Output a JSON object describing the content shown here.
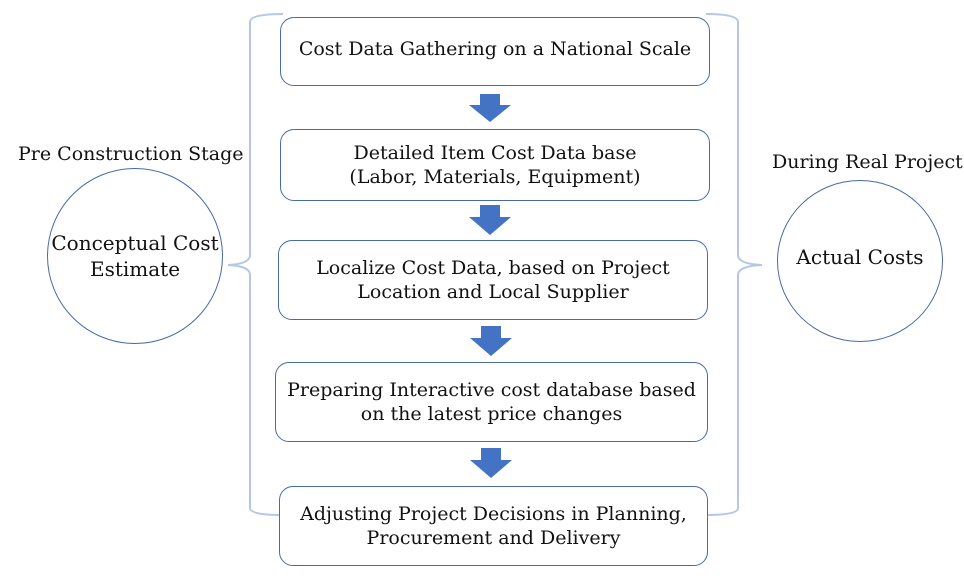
{
  "diagram": {
    "colors": {
      "box_border": "#4a6aa5",
      "arrow_fill": "#4472c4",
      "brace_stroke": "#b4c7e7",
      "circle_border": "#4a6aa5",
      "text": "#111111"
    },
    "steps": [
      {
        "label": "Cost Data Gathering on a National Scale"
      },
      {
        "label": "Detailed Item Cost Data base\n(Labor, Materials, Equipment)"
      },
      {
        "label": "Localize Cost Data, based on Project\nLocation and Local Supplier"
      },
      {
        "label": "Preparing Interactive cost database based\non the latest price changes"
      },
      {
        "label": "Adjusting Project Decisions in Planning,\nProcurement and Delivery"
      }
    ],
    "left": {
      "stage_label": "Pre Construction Stage",
      "circle_label": "Conceptual Cost\nEstimate"
    },
    "right": {
      "stage_label": "During Real Project",
      "circle_label": "Actual Costs"
    },
    "connections": [
      {
        "from": "step-1",
        "to": "step-2",
        "type": "arrow-down"
      },
      {
        "from": "step-2",
        "to": "step-3",
        "type": "arrow-down"
      },
      {
        "from": "step-3",
        "to": "step-4",
        "type": "arrow-down"
      },
      {
        "from": "step-4",
        "to": "step-5",
        "type": "arrow-down"
      },
      {
        "from": "left-circle",
        "to": "steps-group",
        "type": "brace"
      },
      {
        "from": "steps-group",
        "to": "right-circle",
        "type": "brace"
      }
    ]
  }
}
